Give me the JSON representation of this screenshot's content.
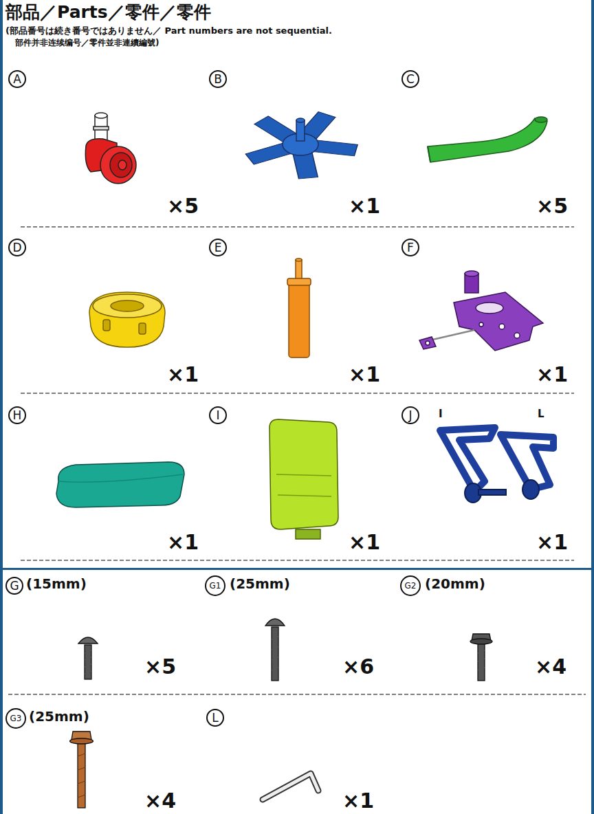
{
  "diagram": {
    "title": "部品／Parts／零件／零件",
    "labels": [
      "(部品番号は続き番号ではありません／ Part numbers are not sequential.",
      "部件并非连续编号／零件並非連續編號)",
      "A",
      "×5",
      "B",
      "×1",
      "C",
      "×5",
      "D",
      "×1",
      "E",
      "×1",
      "F",
      "×1",
      "H",
      "×1",
      "I",
      "×1",
      "J",
      "I",
      "L",
      "×1",
      "G",
      "(15mm)",
      "×5",
      "G1",
      "(25mm)",
      "×6",
      "G2",
      "(20mm)",
      "×4",
      "G3",
      "(25mm)",
      "×4",
      "L",
      "×1"
    ]
  }
}
